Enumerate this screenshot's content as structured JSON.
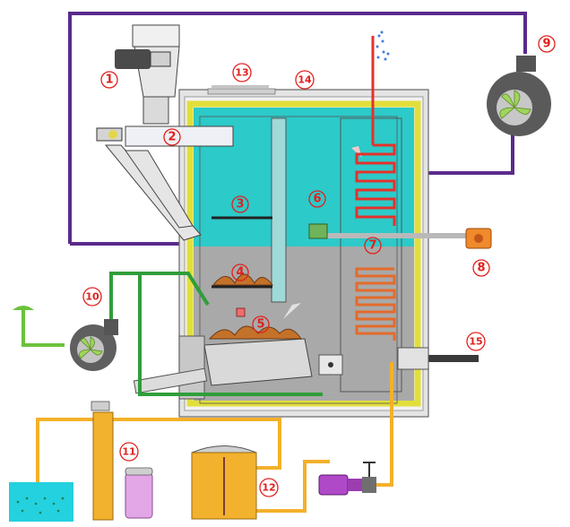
{
  "diagram": {
    "type": "biomass boiler schematic",
    "labels": [
      {
        "id": "1",
        "text": "1"
      },
      {
        "id": "2",
        "text": "2"
      },
      {
        "id": "3",
        "text": "3"
      },
      {
        "id": "4",
        "text": "4"
      },
      {
        "id": "5",
        "text": "5"
      },
      {
        "id": "6",
        "text": "6"
      },
      {
        "id": "7",
        "text": "7"
      },
      {
        "id": "8",
        "text": "8"
      },
      {
        "id": "9",
        "text": "9"
      },
      {
        "id": "10",
        "text": "10"
      },
      {
        "id": "11",
        "text": "11"
      },
      {
        "id": "12",
        "text": "12"
      },
      {
        "id": "13",
        "text": "13"
      },
      {
        "id": "14",
        "text": "14"
      },
      {
        "id": "15",
        "text": "15"
      }
    ],
    "colors": {
      "flue_gas_loop": "#5a2a8c",
      "air_supply": "#2f9e3a",
      "water_line": "#f3b12a",
      "water_body": "#2ccac9",
      "lower_chamber": "#a9a9a9",
      "heat_coil": "#e4322b",
      "insulation": "#e1df3b",
      "label_red": "#e0201c"
    }
  }
}
